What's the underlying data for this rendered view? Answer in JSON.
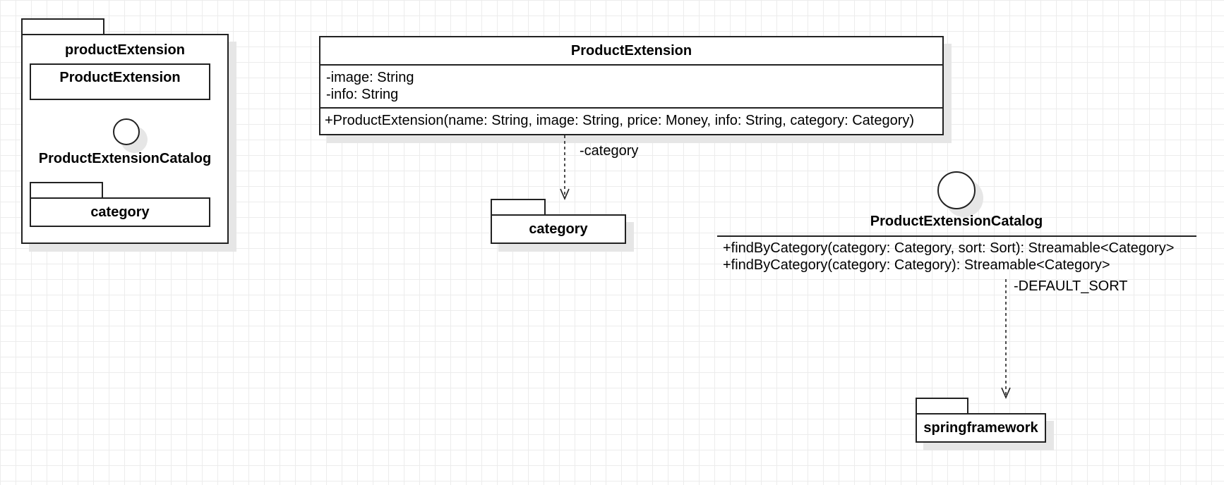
{
  "package_overview": {
    "title": "productExtension",
    "class_label": "ProductExtension",
    "interface_label": "ProductExtensionCatalog",
    "subpackage_label": "category"
  },
  "product_extension_class": {
    "name": "ProductExtension",
    "attributes": [
      "-image: String",
      "-info: String"
    ],
    "operations": [
      "+ProductExtension(name: String, image: String, price: Money, info: String, category: Category)"
    ]
  },
  "category_package": {
    "label": "category"
  },
  "category_edge": {
    "label": "-category"
  },
  "catalog_interface": {
    "name": "ProductExtensionCatalog",
    "operations": [
      "+findByCategory(category: Category, sort: Sort): Streamable<Category>",
      "+findByCategory(category: Category): Streamable<Category>"
    ]
  },
  "default_sort_edge": {
    "label": "-DEFAULT_SORT"
  },
  "springframework_package": {
    "label": "springframework"
  }
}
